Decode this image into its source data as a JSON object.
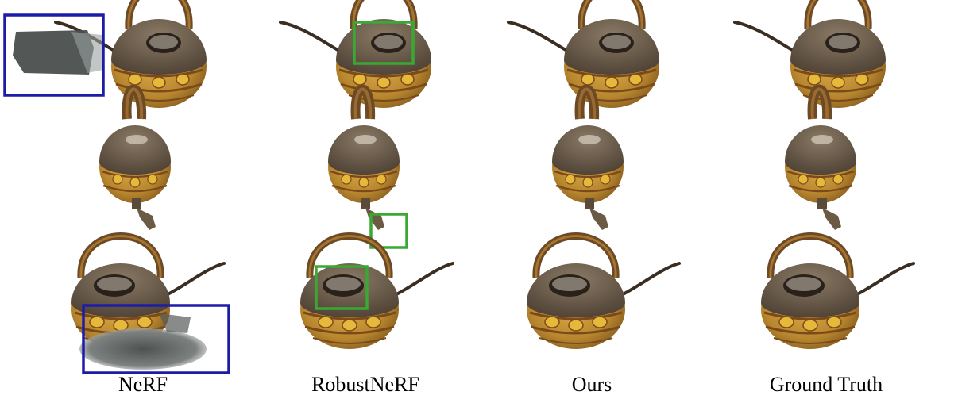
{
  "columns": [
    {
      "label": "NeRF"
    },
    {
      "label": "RobustNeRF"
    },
    {
      "label": "Ours"
    },
    {
      "label": "Ground Truth"
    }
  ],
  "colors": {
    "artifact_box": "#1d1ca8",
    "highlight_box": "#3aa832",
    "teapot_body": "#b8862e",
    "teapot_band": "#c98a1e",
    "teapot_dark": "#5a4a38",
    "handle": "#6b4a25",
    "artifact_gray": "#5d6160"
  }
}
